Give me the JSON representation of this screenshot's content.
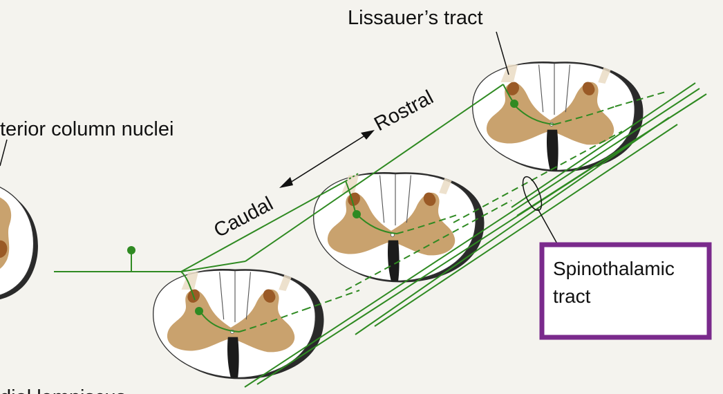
{
  "labels": {
    "lissauer": "Lissauer’s tract",
    "posterior_column": "terior column nuclei",
    "rostral": "Rostral",
    "caudal": "Caudal",
    "spinothalamic_line1": "Spinothalamic",
    "spinothalamic_line2": "tract",
    "lemniscus": "dial lemniscus"
  },
  "colors": {
    "fiber": "#2f8a22",
    "gray_matter": "#c9a26e",
    "substantia_gelatinosa": "#9a5a26",
    "white_matter": "#ffffff",
    "outline": "#333333",
    "highlight_box": "#7a2a8c"
  }
}
